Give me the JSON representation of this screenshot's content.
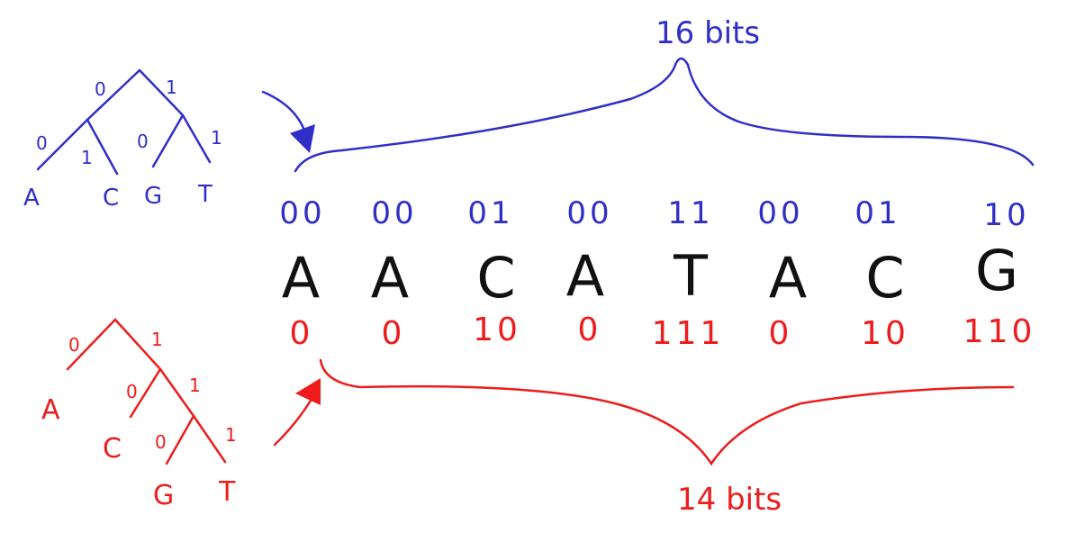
{
  "colors": {
    "fixed": "#2f2fc8",
    "variable": "#ee1c1c",
    "letters": "#111111"
  },
  "fixed_tree": {
    "edge_labels": {
      "root_left": "0",
      "root_right": "1",
      "left_left": "0",
      "left_right": "1",
      "right_left": "0",
      "right_right": "1"
    },
    "leaves": [
      "A",
      "C",
      "G",
      "T"
    ]
  },
  "variable_tree": {
    "edge_labels": {
      "root_left": "0",
      "root_right": "1",
      "n2_left": "0",
      "n2_right": "1",
      "n3_left": "0",
      "n3_right": "1"
    },
    "leaves": [
      "A",
      "C",
      "G",
      "T"
    ]
  },
  "sequence": [
    "A",
    "A",
    "C",
    "A",
    "T",
    "A",
    "C",
    "G"
  ],
  "fixed_codes": [
    "00",
    "00",
    "01",
    "00",
    "11",
    "00",
    "01",
    "10"
  ],
  "variable_codes": [
    "0",
    "0",
    "10",
    "0",
    "111",
    "0",
    "10",
    "110"
  ],
  "fixed_total_label": "16 bits",
  "variable_total_label": "14 bits"
}
